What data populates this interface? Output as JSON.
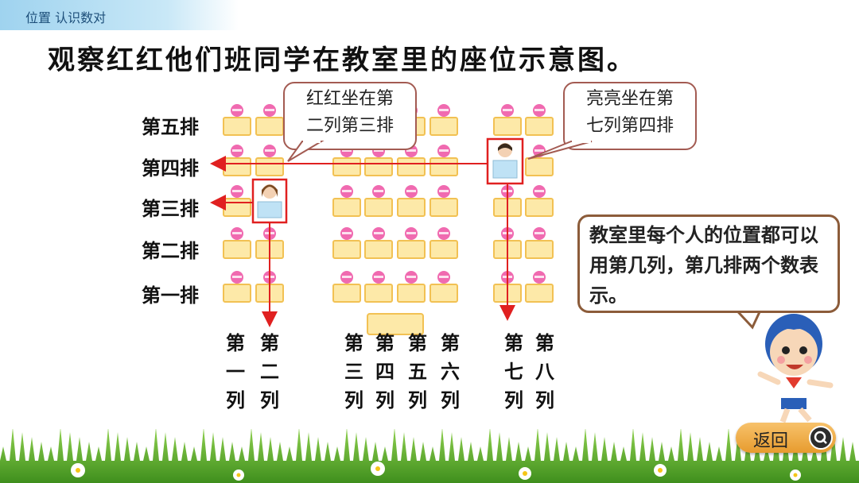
{
  "header": {
    "breadcrumb": "位置  认识数对"
  },
  "title": "观察红红他们班同学在教室里的座位示意图。",
  "rows": [
    "第五排",
    "第四排",
    "第三排",
    "第二排",
    "第一排"
  ],
  "columns": [
    "第一列",
    "第二列",
    "第三列",
    "第四列",
    "第五列",
    "第六列",
    "第七列",
    "第八列"
  ],
  "bubbles": {
    "honghong": "红红坐在第二列第三排",
    "liangliang": "亮亮坐在第七列第四排",
    "explain": "教室里每个人的位置都可以用第几列，第几排两个数表示。"
  },
  "back_label": "返回",
  "colors": {
    "arrow": "#e02020",
    "desk": "#fde9a8",
    "desk_border": "#f2c153",
    "student": "#f06ab0"
  },
  "icons": [
    "girl-student-icon",
    "boy-student-icon",
    "cartoon-boy-icon",
    "play-icon"
  ]
}
